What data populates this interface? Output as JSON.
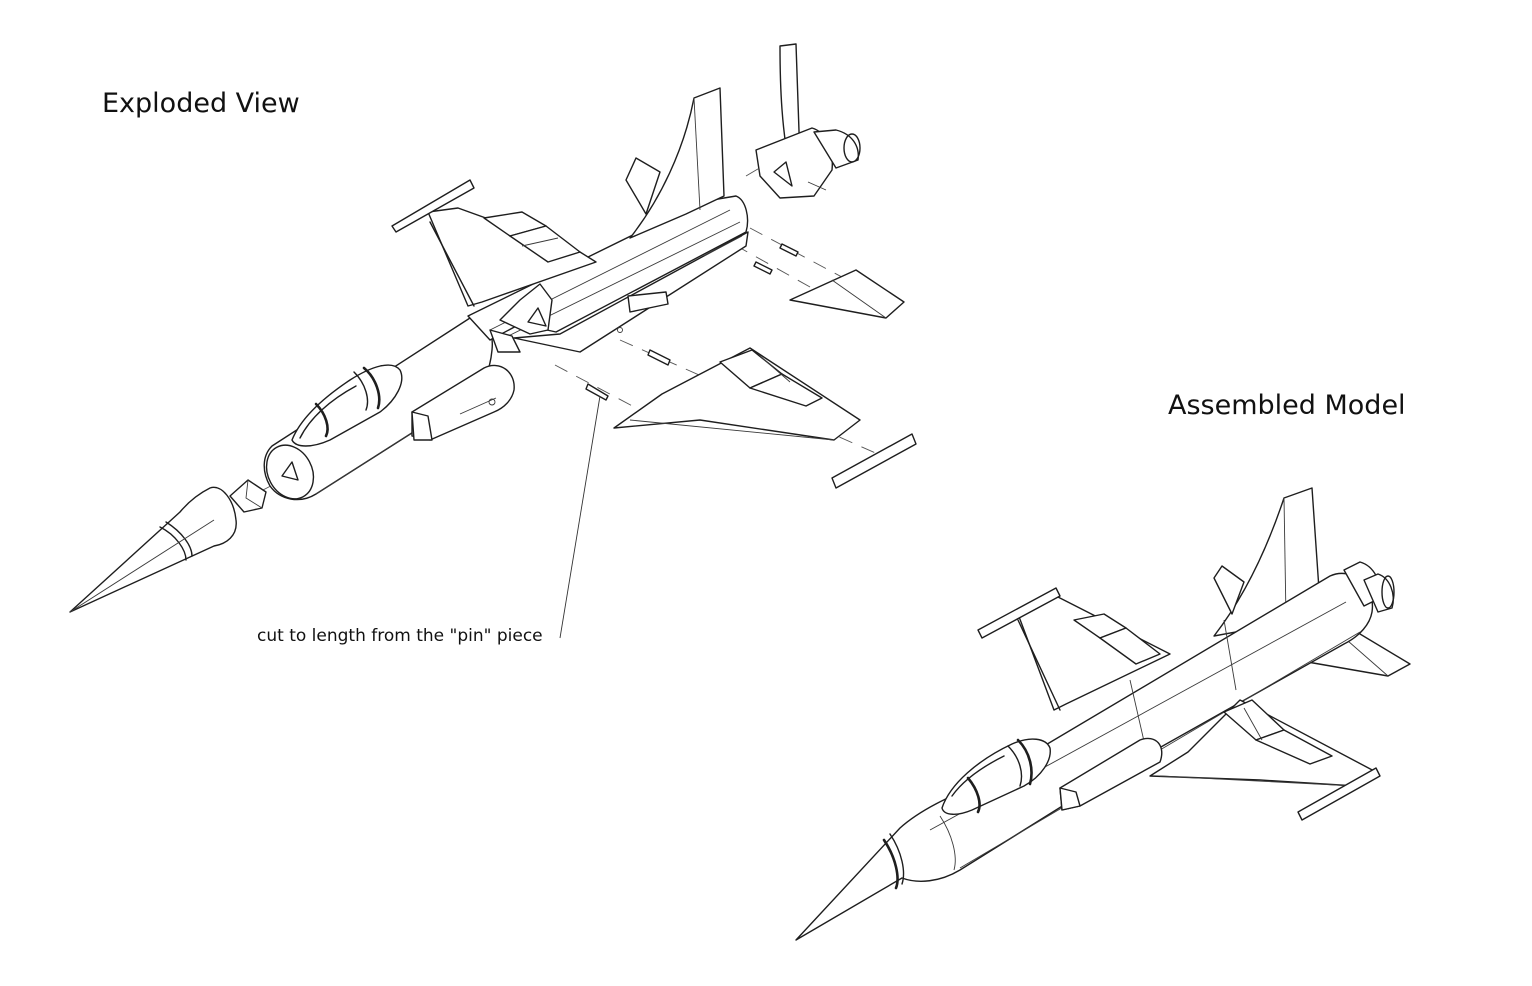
{
  "labels": {
    "exploded_title": "Exploded View",
    "assembled_title": "Assembled Model",
    "pin_note": "cut to length from the \"pin\" piece"
  },
  "parts": {
    "exploded": [
      "nose-cone",
      "nose-joint",
      "cockpit-fuselage",
      "canopy",
      "intake",
      "center-fuselage",
      "vertical-tail",
      "left-wing",
      "left-wingtip-rail",
      "right-wing",
      "right-wingtip-rail",
      "horizontal-stabilizer",
      "engine-tail-section",
      "pins"
    ],
    "assembled": [
      "nose-cone",
      "canopy",
      "fuselage",
      "intake",
      "vertical-tail",
      "left-wing",
      "right-wing",
      "wingtip-rails",
      "horizontal-stabilizer",
      "engine-nozzles"
    ]
  },
  "colors": {
    "line": "#1e1e1e",
    "background": "#ffffff"
  }
}
